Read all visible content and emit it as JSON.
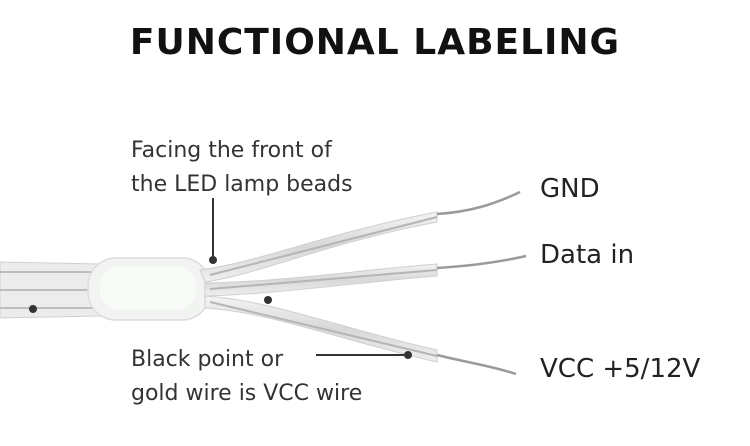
{
  "title": "FUNCTIONAL LABELING",
  "callouts": {
    "top_line1": "Facing the front of",
    "top_line2": "the LED lamp beads",
    "bottom_line1": "Black point or",
    "bottom_line2": "gold wire is VCC wire"
  },
  "wires": {
    "gnd": "GND",
    "data_in": "Data in",
    "vcc": "VCC +5/12V"
  },
  "colors": {
    "sheath": "#dcdcdc",
    "copper": "#9a9a9a",
    "callout_line": "#333333"
  }
}
